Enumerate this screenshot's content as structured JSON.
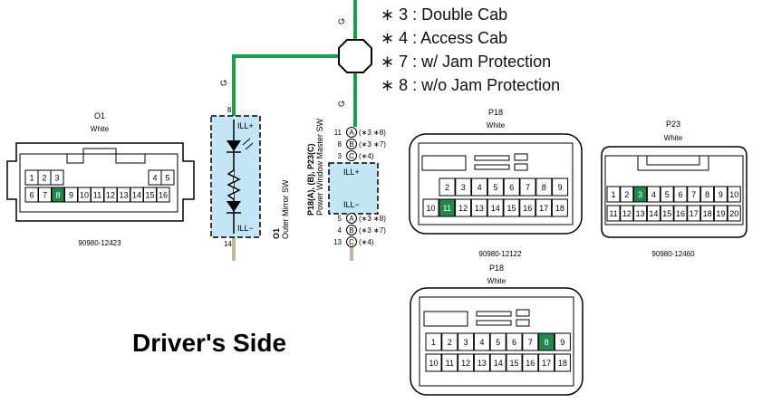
{
  "legend": [
    {
      "label": "∗ 3 : Double Cab"
    },
    {
      "label": "∗ 4 : Access Cab"
    },
    {
      "label": "∗ 7 : w/ Jam Protection"
    },
    {
      "label": "∗ 8 : w/o Jam Protection"
    }
  ],
  "wire_color_label": "G",
  "colors": {
    "wire_green": "#16a04a",
    "wire_tan": "#c8b29a",
    "component_fill": "#c3e6f7",
    "pin_highlight": "#1e8a4a"
  },
  "o1": {
    "name": "O1",
    "color": "White",
    "part_no": "90980-12423",
    "title": "O1",
    "subtitle": "Outer Mirror SW",
    "ill_plus": "ILL+",
    "ill_minus": "ILL−",
    "pin_top": "8",
    "pin_bottom": "14",
    "row1": [
      "1",
      "2",
      "3",
      "4",
      "5"
    ],
    "row2": [
      "6",
      "7",
      "8",
      "9",
      "10",
      "11",
      "12",
      "13",
      "14",
      "15",
      "16"
    ],
    "highlight": "8"
  },
  "master": {
    "title": "P18(A), (B), P23(C)",
    "subtitle": "Power Window Master SW",
    "ill_plus": "ILL+",
    "ill_minus": "ILL−",
    "top_pins": [
      {
        "num": "11",
        "con": "A",
        "note": "(∗3 ∗8)"
      },
      {
        "num": "8",
        "con": "B",
        "note": "(∗3 ∗7)"
      },
      {
        "num": "3",
        "con": "C",
        "note": "(∗4)"
      }
    ],
    "bottom_pins": [
      {
        "num": "5",
        "con": "A",
        "note": "(∗3 ∗8)"
      },
      {
        "num": "4",
        "con": "B",
        "note": "(∗3 ∗7)"
      },
      {
        "num": "13",
        "con": "C",
        "note": "(∗4)"
      }
    ]
  },
  "p18a": {
    "name": "P18",
    "color": "White",
    "part_no": "90980-12122",
    "row1": [
      "2",
      "3",
      "4",
      "5",
      "6",
      "7",
      "8",
      "9"
    ],
    "row2": [
      "10",
      "11",
      "12",
      "13",
      "14",
      "15",
      "16",
      "17",
      "18"
    ],
    "highlight": "11"
  },
  "p23": {
    "name": "P23",
    "color": "White",
    "part_no": "90980-12460",
    "row1": [
      "1",
      "2",
      "3",
      "4",
      "5",
      "6",
      "7",
      "8",
      "9",
      "10"
    ],
    "row2": [
      "11",
      "12",
      "13",
      "14",
      "15",
      "16",
      "17",
      "18",
      "19",
      "20"
    ],
    "highlight": "3"
  },
  "p18b": {
    "name": "P18",
    "color": "White",
    "row1": [
      "1",
      "2",
      "3",
      "4",
      "5",
      "6",
      "7",
      "8",
      "9"
    ],
    "row2": [
      "10",
      "11",
      "12",
      "13",
      "14",
      "15",
      "16",
      "17",
      "18"
    ],
    "highlight": "8"
  },
  "footer": "Driver's Side"
}
